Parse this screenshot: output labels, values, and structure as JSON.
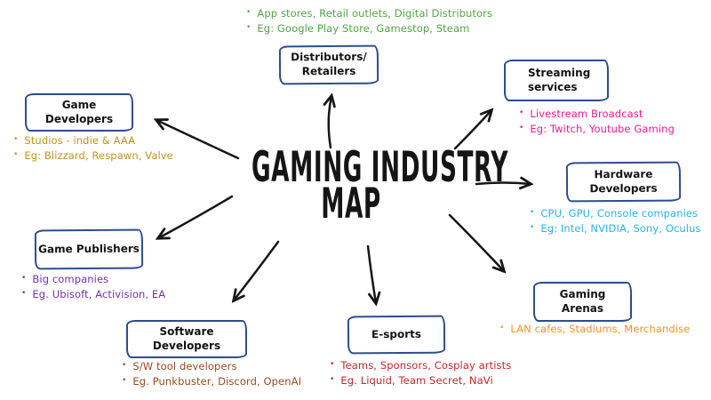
{
  "title": {
    "line1": "GAMING INDUSTRY",
    "line2": "MAP"
  },
  "style_tokens": {
    "box_border_color": "#2e4d8e",
    "arrow_color": "#161616",
    "title_color": "#151515"
  },
  "nodes": [
    {
      "id": "game-developers",
      "label": "Game Developers",
      "color": "#c3931b",
      "bullets": [
        "Studios - indie & AAA",
        "Eg: Blizzard, Respawn, Valve"
      ]
    },
    {
      "id": "distributors-retailers",
      "label": "Distributors/\nRetailers",
      "color": "#54a345",
      "bullets": [
        "App stores, Retail outlets, Digital Distributors",
        "Eg: Google Play Store, Gamestop, Steam"
      ]
    },
    {
      "id": "streaming-services",
      "label": "Streaming\nservices",
      "color": "#eb1d8d",
      "bullets": [
        "Livestream Broadcast",
        "Eg: Twitch, Youtube Gaming"
      ]
    },
    {
      "id": "hardware-developers",
      "label": "Hardware Developers",
      "color": "#27b4e9",
      "bullets": [
        "CPU, GPU, Console companies",
        "Eg: Intel, NVIDIA, Sony, Oculus"
      ]
    },
    {
      "id": "gaming-arenas",
      "label": "Gaming\nArenas",
      "color": "#f79321",
      "bullets": [
        "LAN cafes, Stadiums, Merchandise"
      ]
    },
    {
      "id": "e-sports",
      "label": "E-sports",
      "color": "#c1272d",
      "bullets": [
        "Teams, Sponsors, Cosplay artists",
        "Eg. Liquid, Team Secret, NaVi"
      ]
    },
    {
      "id": "software-developers",
      "label": "Software Developers",
      "color": "#9a4a22",
      "bullets": [
        "S/W tool developers",
        "Eg. Punkbuster, Discord, OpenAI"
      ]
    },
    {
      "id": "game-publishers",
      "label": "Game Publishers",
      "color": "#7232a8",
      "bullets": [
        "Big companies",
        "Eg. Ubisoft, Activision, EA"
      ]
    }
  ],
  "connections": [
    {
      "from": "center",
      "to": "game-developers"
    },
    {
      "from": "center",
      "to": "distributors-retailers"
    },
    {
      "from": "center",
      "to": "streaming-services"
    },
    {
      "from": "center",
      "to": "hardware-developers"
    },
    {
      "from": "center",
      "to": "gaming-arenas"
    },
    {
      "from": "center",
      "to": "e-sports"
    },
    {
      "from": "center",
      "to": "software-developers"
    },
    {
      "from": "center",
      "to": "game-publishers"
    }
  ]
}
